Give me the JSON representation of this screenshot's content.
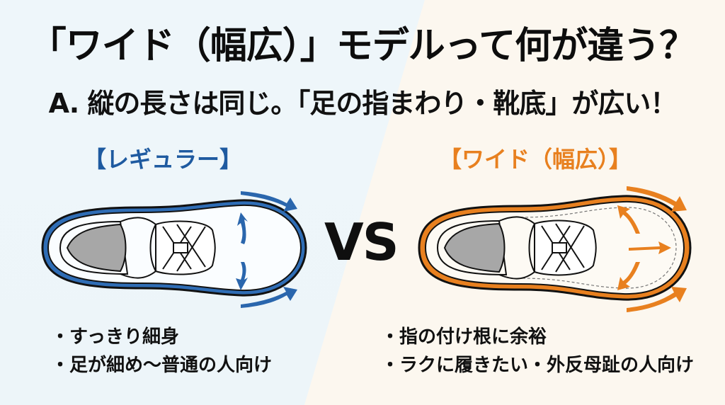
{
  "title": "「ワイド（幅広）」モデルって何が違う？",
  "subtitle": "A. 縦の長さは同じ。「足の指まわり・靴底」が広い！",
  "vs_label": "VS",
  "colors": {
    "regular_accent": "#1e5aa0",
    "wide_accent": "#e8801f",
    "background_left": "#eef6fa",
    "background_right": "#fcf7ef",
    "text": "#111111"
  },
  "regular": {
    "label": "【レギュラー】",
    "illustration": "shoe-top-view-narrow",
    "bullets": [
      "すっきり細身",
      "足が細め〜普通の人向け"
    ]
  },
  "wide": {
    "label": "【ワイド（幅広）】",
    "illustration": "shoe-top-view-wide",
    "bullets": [
      "指の付け根に余裕",
      "ラクに履きたい・外反母趾の人向け"
    ]
  }
}
